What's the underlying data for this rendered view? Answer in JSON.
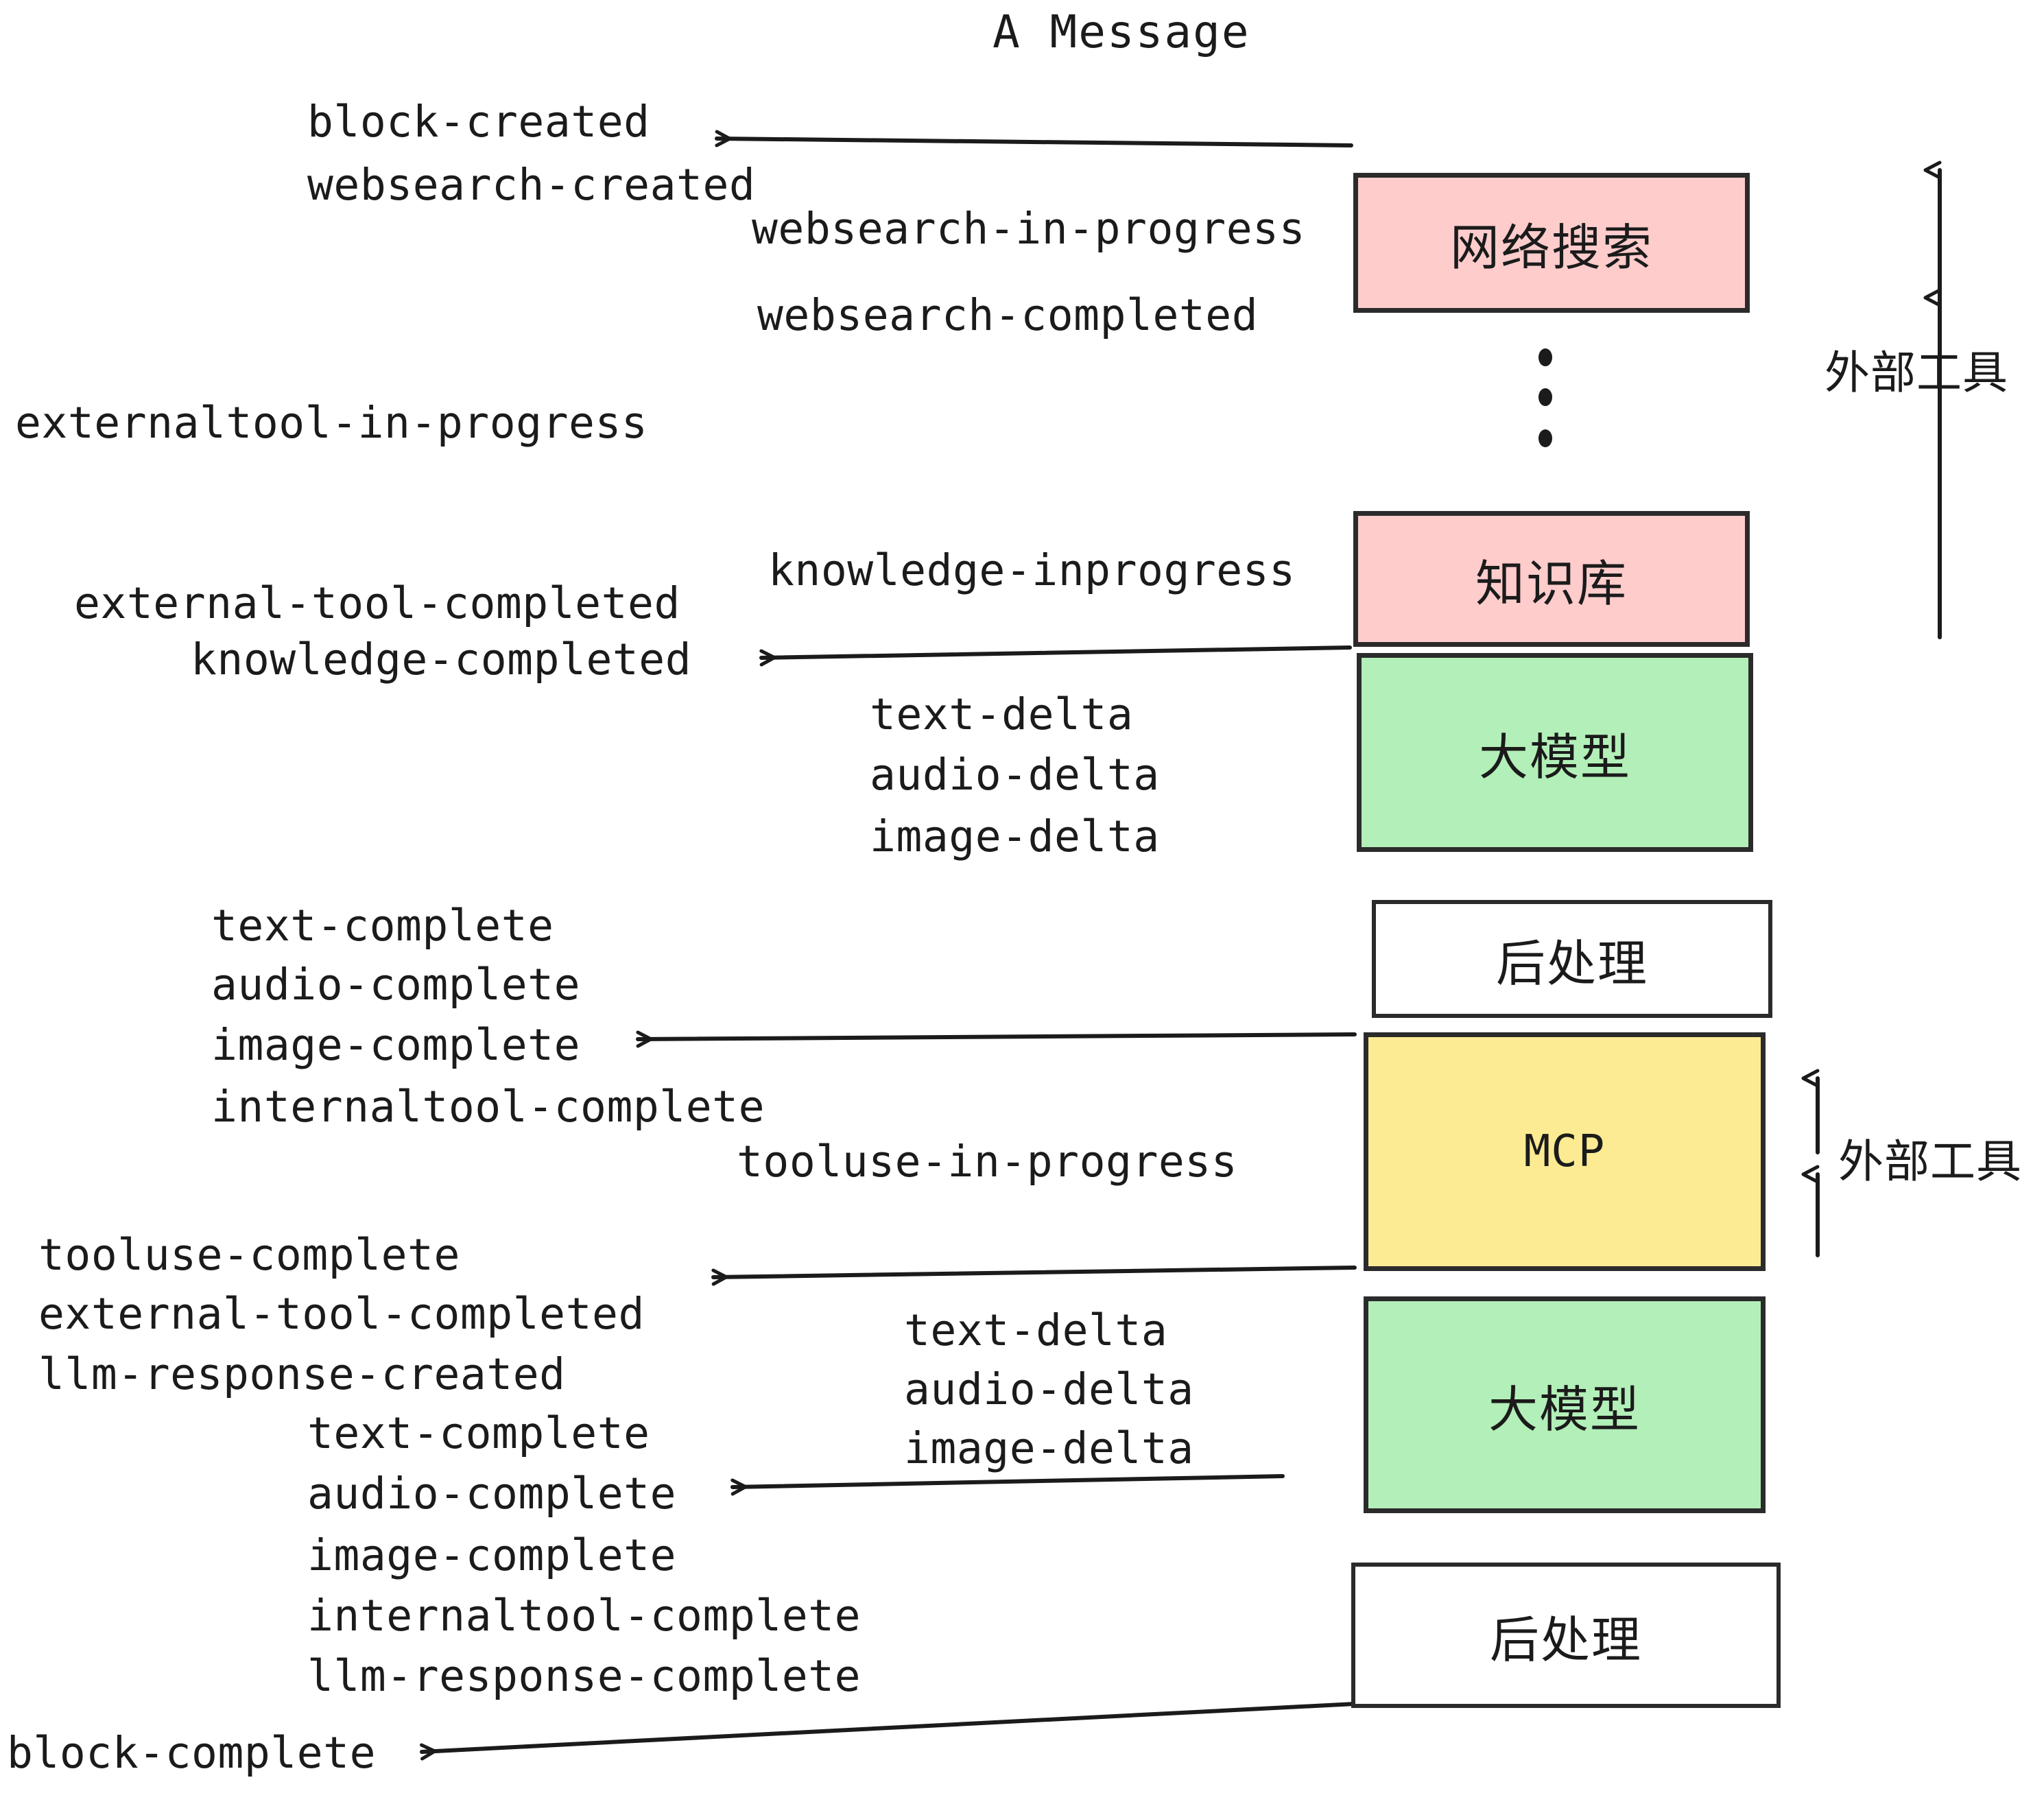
{
  "title": "A Message",
  "colors": {
    "pink": "#FFCCCC",
    "green": "#B3EFB8",
    "yellow": "#FCEB93",
    "white": "#FFFFFF",
    "stroke": "#2B2B2B",
    "text": "#1B1B1B",
    "background": "#FFFFFF"
  },
  "boxes": [
    {
      "id": "websearch",
      "label": "网络搜索",
      "fill": "#FFCCCC",
      "latin": false
    },
    {
      "id": "knowledge",
      "label": "知识库",
      "fill": "#FFCCCC",
      "latin": false
    },
    {
      "id": "llm-1",
      "label": "大模型",
      "fill": "#B3EFB8",
      "latin": false
    },
    {
      "id": "postprocess-1",
      "label": "后处理",
      "fill": "#FFFFFF",
      "latin": false
    },
    {
      "id": "mcp",
      "label": "MCP",
      "fill": "#FCEB93",
      "latin": true
    },
    {
      "id": "llm-2",
      "label": "大模型",
      "fill": "#B3EFB8",
      "latin": false
    },
    {
      "id": "postprocess-2",
      "label": "后处理",
      "fill": "#FFFFFF",
      "latin": false
    }
  ],
  "ellipsis": {
    "label": "vertical-ellipsis",
    "dots": 3
  },
  "side_annotations": [
    {
      "id": "external-tools-top",
      "label": "外部工具",
      "arrow": "double-vertical"
    },
    {
      "id": "external-tools-bottom",
      "label": "外部工具",
      "arrow": "double-vertical"
    }
  ],
  "events": [
    {
      "id": "e01",
      "text": "block-created"
    },
    {
      "id": "e02",
      "text": "websearch-created"
    },
    {
      "id": "e03",
      "text": "websearch-in-progress"
    },
    {
      "id": "e04",
      "text": "websearch-completed"
    },
    {
      "id": "e05",
      "text": "externaltool-in-progress"
    },
    {
      "id": "e06",
      "text": "knowledge-inprogress"
    },
    {
      "id": "e07",
      "text": "external-tool-completed"
    },
    {
      "id": "e08",
      "text": "knowledge-completed"
    },
    {
      "id": "e09",
      "text": "text-delta"
    },
    {
      "id": "e10",
      "text": "audio-delta"
    },
    {
      "id": "e11",
      "text": "image-delta"
    },
    {
      "id": "e12",
      "text": "text-complete"
    },
    {
      "id": "e13",
      "text": "audio-complete"
    },
    {
      "id": "e14",
      "text": "image-complete"
    },
    {
      "id": "e15",
      "text": "internaltool-complete"
    },
    {
      "id": "e16",
      "text": "tooluse-in-progress"
    },
    {
      "id": "e17",
      "text": "tooluse-complete"
    },
    {
      "id": "e18",
      "text": "external-tool-completed"
    },
    {
      "id": "e19",
      "text": "llm-response-created"
    },
    {
      "id": "e20",
      "text": "text-delta"
    },
    {
      "id": "e21",
      "text": "audio-delta"
    },
    {
      "id": "e22",
      "text": "image-delta"
    },
    {
      "id": "e23",
      "text": "text-complete"
    },
    {
      "id": "e24",
      "text": "audio-complete"
    },
    {
      "id": "e25",
      "text": "image-complete"
    },
    {
      "id": "e26",
      "text": "internaltool-complete"
    },
    {
      "id": "e27",
      "text": "llm-response-complete"
    },
    {
      "id": "e28",
      "text": "block-complete"
    }
  ],
  "arrows": [
    {
      "id": "a1",
      "from": "websearch",
      "to": "block-created-group",
      "direction": "left"
    },
    {
      "id": "a2",
      "from": "knowledge",
      "to": "knowledge-completed",
      "direction": "left"
    },
    {
      "id": "a3",
      "from": "mcp",
      "to": "image-complete",
      "direction": "left"
    },
    {
      "id": "a4",
      "from": "mcp",
      "to": "tooluse-complete",
      "direction": "left"
    },
    {
      "id": "a5",
      "from": "llm-2",
      "to": "audio-complete",
      "direction": "left"
    },
    {
      "id": "a6",
      "from": "postprocess-2",
      "to": "block-complete",
      "direction": "left"
    }
  ]
}
